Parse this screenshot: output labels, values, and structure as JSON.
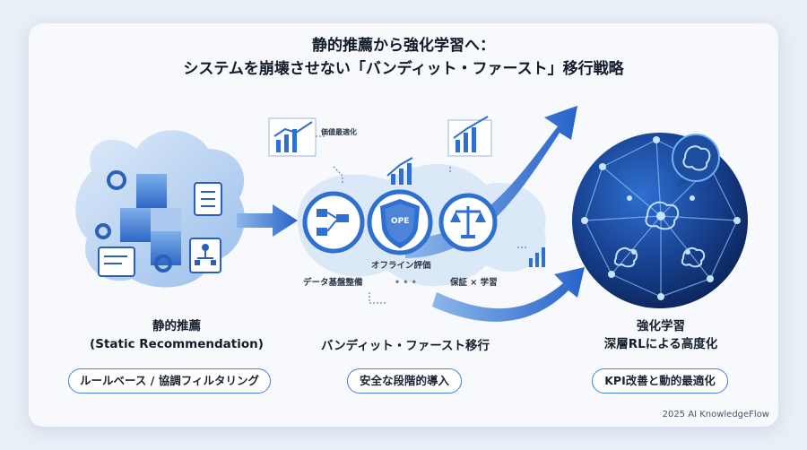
{
  "title": {
    "line1": "静的推薦から強化学習へ：",
    "line2": "システムを崩壊させない「バンディット・ファースト」移行戦略"
  },
  "left": {
    "title1": "静的推薦",
    "title2": "(Static Recommendation)",
    "pill": "ルールベース / 協調フィルタリング"
  },
  "middle": {
    "title": "バンディット・ファースト移行",
    "pill": "安全な段階的導入",
    "shield_label": "OPE",
    "label_ope": "オフライン評価",
    "label_data": "データ基盤整備",
    "label_guarantee": "保証 × 学習",
    "label_chart": "価値最適化",
    "dots": "• • •"
  },
  "right": {
    "title1": "強化学習",
    "title2": "深層RLによる高度化",
    "pill": "KPI改善と動的最適化"
  },
  "footer": "2025 AI KnowledgeFlow",
  "colors": {
    "accent": "#2f6fd0",
    "light_blue": "#cfe0f5",
    "dark_navy": "#1c3a78"
  }
}
